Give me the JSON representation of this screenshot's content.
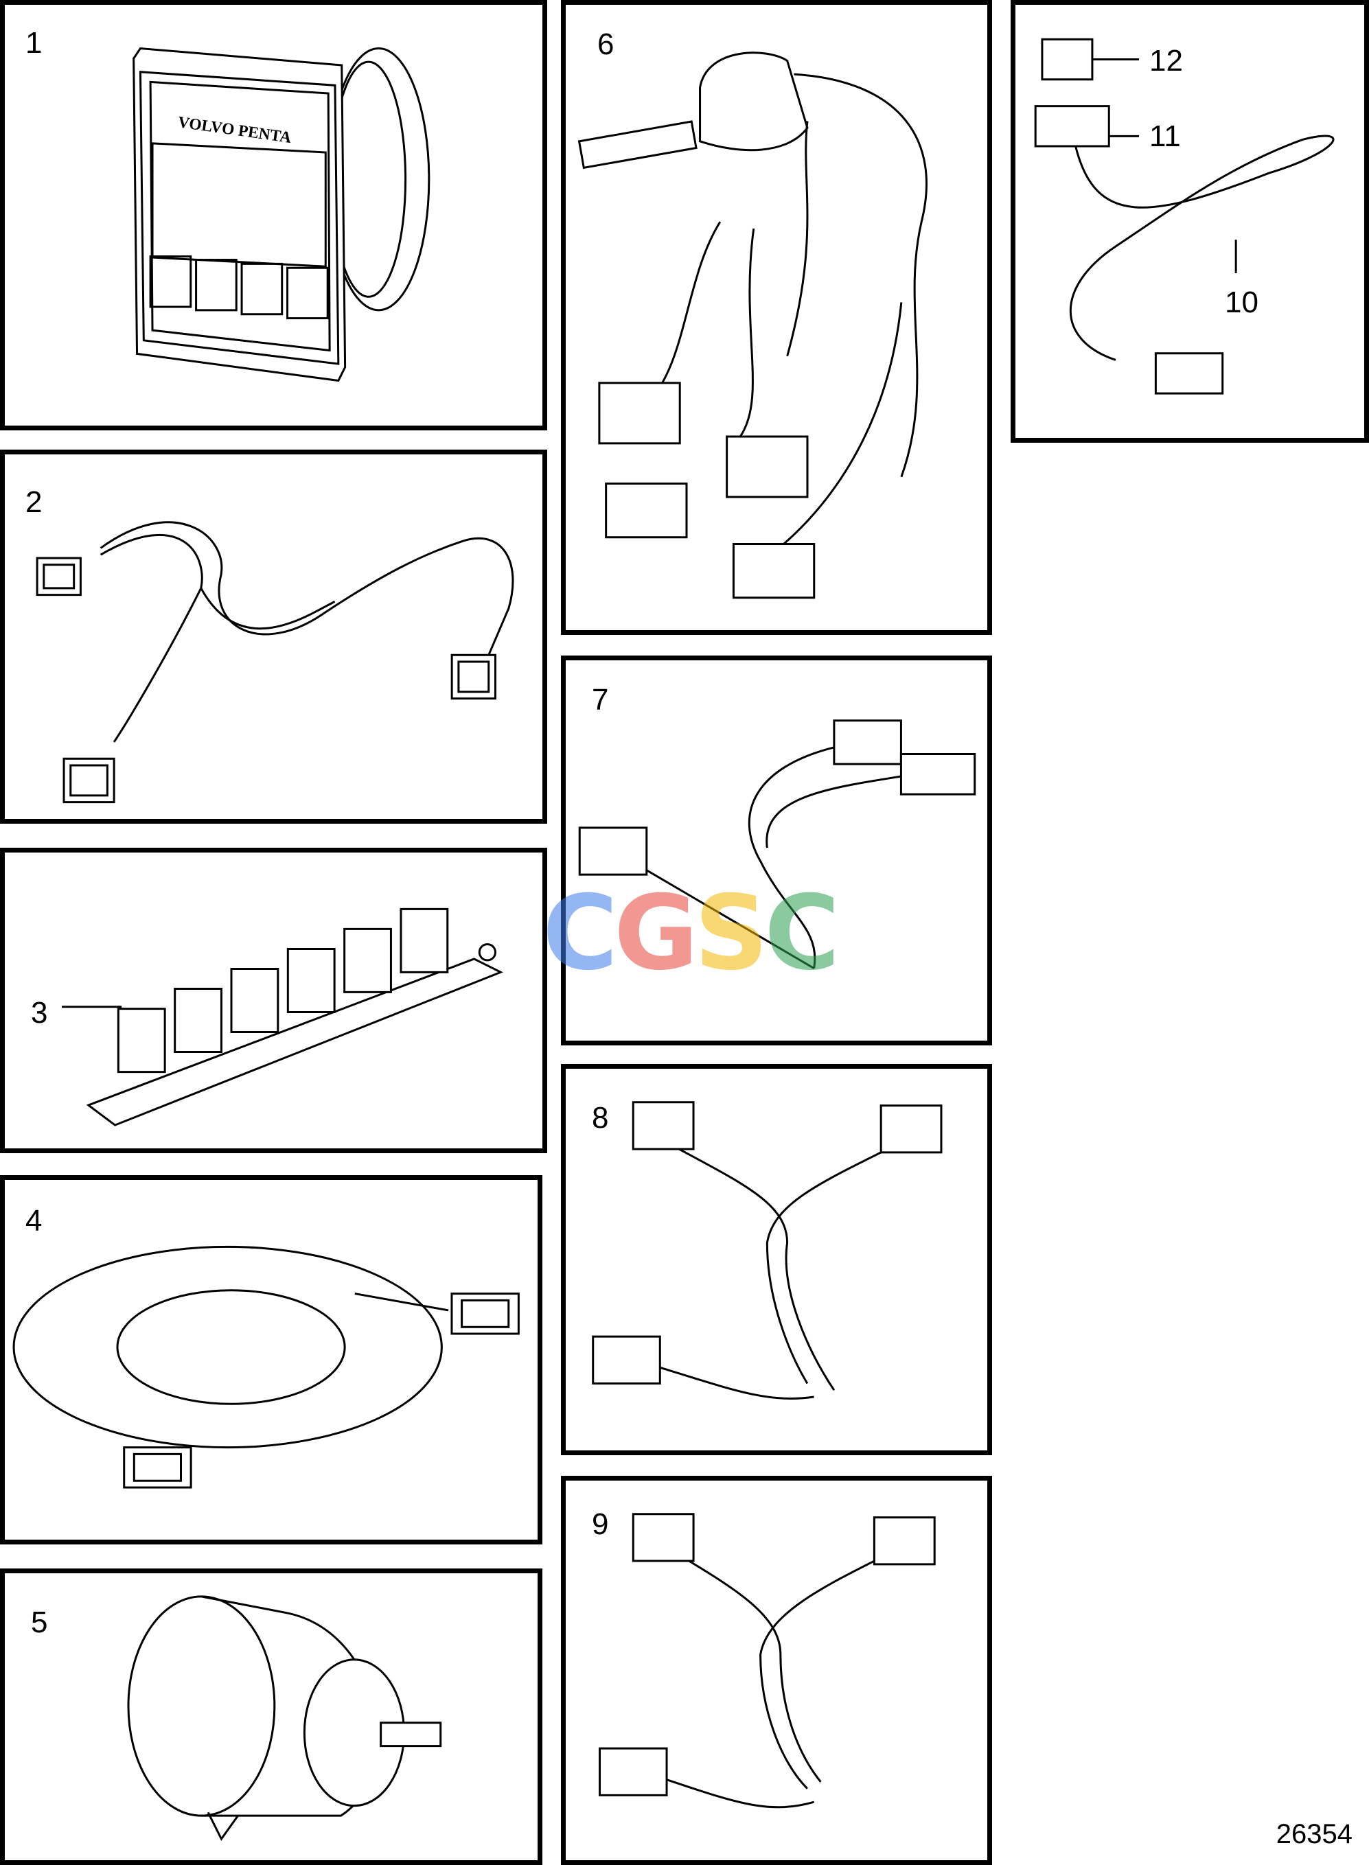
{
  "panels": [
    {
      "id": "1",
      "label": "1"
    },
    {
      "id": "2",
      "label": "2"
    },
    {
      "id": "3",
      "label": "3"
    },
    {
      "id": "4",
      "label": "4"
    },
    {
      "id": "5",
      "label": "5"
    },
    {
      "id": "6",
      "label": "6"
    },
    {
      "id": "7",
      "label": "7"
    },
    {
      "id": "8",
      "label": "8"
    },
    {
      "id": "9",
      "label": "9"
    },
    {
      "id": "10",
      "label": "10"
    }
  ],
  "callouts": {
    "c10": "10",
    "c11": "11",
    "c12": "12"
  },
  "display_brand": "VOLVO PENTA",
  "document_number": "26354",
  "watermark": [
    "C",
    "G",
    "S",
    "C"
  ]
}
